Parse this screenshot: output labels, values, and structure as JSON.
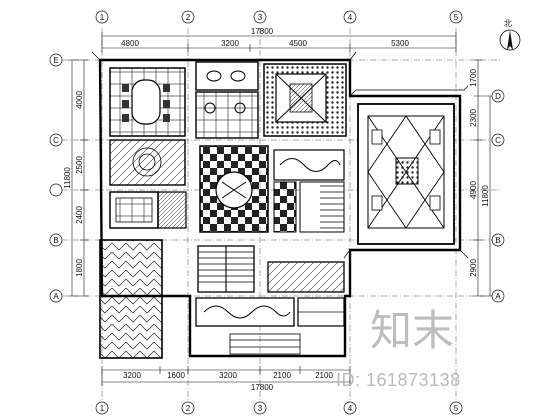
{
  "drawing": {
    "top_total": "17800",
    "bottom_total": "17800",
    "top_dims": [
      "4800",
      "3200",
      "4500",
      "5300"
    ],
    "bottom_dims": [
      "3200",
      "1600",
      "3200",
      "2100",
      "2100"
    ],
    "left_dims": [
      "4000",
      "2500",
      "2400",
      "1800"
    ],
    "left_total": "11800",
    "right_dims": [
      "2300",
      "4900",
      "2900"
    ],
    "right_total": "11800",
    "right_top_dim": "1700",
    "col_axes": [
      "1",
      "2",
      "3",
      "4",
      "5"
    ],
    "row_axes": [
      "E",
      "D",
      "C",
      "B",
      "A"
    ],
    "north": "北"
  },
  "watermark": {
    "logo_text": "知末",
    "id_text": "ID: 161873138"
  }
}
